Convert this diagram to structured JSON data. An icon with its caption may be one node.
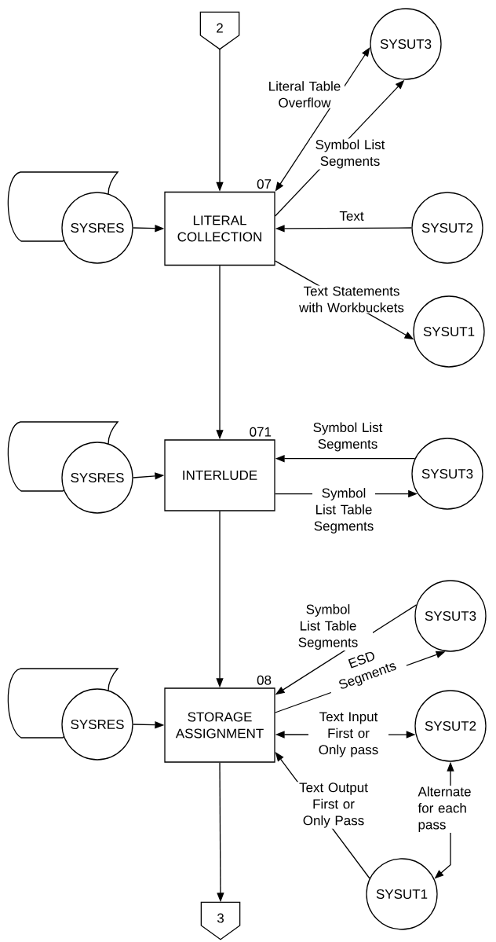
{
  "diagram": {
    "nodes": [
      {
        "text": [
          "2"
        ]
      },
      {
        "text": [
          "SYSUT3"
        ]
      },
      {
        "text": [
          "SYSRES"
        ]
      },
      {
        "text": [
          "LITERAL COLLECTION"
        ],
        "beside": [
          "07"
        ]
      },
      {
        "text": [
          "SYSUT2"
        ]
      },
      {
        "text": [
          "SYSUT1"
        ]
      },
      {
        "text": [
          "SYSRES"
        ]
      },
      {
        "text": [
          "INTERLUDE"
        ],
        "beside": [
          "071"
        ]
      },
      {
        "text": [
          "SYSUT3"
        ]
      },
      {
        "text": [
          "SYSRES"
        ]
      },
      {
        "text": [
          "STORAGE ASSIGNMENT"
        ],
        "beside": [
          "08"
        ]
      },
      {
        "text": [
          "SYSUT3"
        ]
      },
      {
        "text": [
          "SYSUT2"
        ]
      },
      {
        "text": [
          "SYSUT1"
        ]
      },
      {
        "text": [
          "3"
        ]
      }
    ],
    "edges": [
      {
        "from": 0,
        "to": 3,
        "arrow": "to"
      },
      {
        "from": 3,
        "to": 1,
        "arrow": "both",
        "label": "Literal Table Overflow"
      },
      {
        "from": 3,
        "to": 1,
        "arrow": "to",
        "label": "Symbol List Segments"
      },
      {
        "from": 2,
        "to": 3,
        "arrow": "to"
      },
      {
        "from": 4,
        "to": 3,
        "arrow": "to",
        "label": "Text"
      },
      {
        "from": 3,
        "to": 5,
        "arrow": "to",
        "label": "Text Statements with Workbuckets"
      },
      {
        "from": 3,
        "to": 7,
        "arrow": "to"
      },
      {
        "from": 6,
        "to": 7,
        "arrow": "to"
      },
      {
        "from": 8,
        "to": 7,
        "arrow": "to",
        "label": "Symbol List Segments"
      },
      {
        "from": 7,
        "to": 8,
        "arrow": "to",
        "label": "Symbol List Table Segments"
      },
      {
        "from": 7,
        "to": 10,
        "arrow": "to"
      },
      {
        "from": 9,
        "to": 10,
        "arrow": "to"
      },
      {
        "from": 11,
        "to": 10,
        "arrow": "to",
        "label": "Symbol List Table Segments"
      },
      {
        "from": 10,
        "to": 11,
        "arrow": "to",
        "label": "ESD Segments"
      },
      {
        "from": 10,
        "to": 12,
        "arrow": "both",
        "label": "Text Input First or Only pass"
      },
      {
        "from": 13,
        "to": 10,
        "arrow": "to",
        "label": "Text Output First or Only Pass"
      },
      {
        "from": 12,
        "to": 13,
        "arrow": "both",
        "label": "Alternate for each pass"
      },
      {
        "from": 10,
        "to": 14,
        "arrow": "to"
      }
    ]
  }
}
